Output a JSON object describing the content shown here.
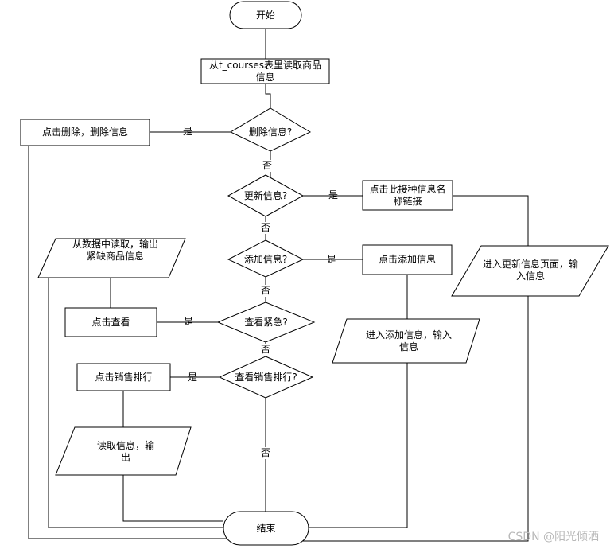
{
  "flowchart": {
    "start": "开始",
    "end": "结束",
    "read_info": "从t_courses表里读取商品信息",
    "decisions": {
      "delete": "删除信息?",
      "update": "更新信息?",
      "add": "添加信息?",
      "urgent": "查看紧急?",
      "ranking": "查看销售排行?"
    },
    "processes": {
      "delete": "点击删除，删除信息",
      "update_link": "点击此接种信息名称链接",
      "add": "点击添加信息",
      "view": "点击查看",
      "ranking": "点击销售排行"
    },
    "io": {
      "update_input": "进入更新信息页面，输入信息",
      "add_input": "进入添加信息，输入信息",
      "shortage": "从数据中读取，输出紧缺商品信息",
      "read_output": "读取信息，输出"
    },
    "labels": {
      "yes": "是",
      "no": "否"
    }
  },
  "watermark": "CSDN @阳光倾洒"
}
